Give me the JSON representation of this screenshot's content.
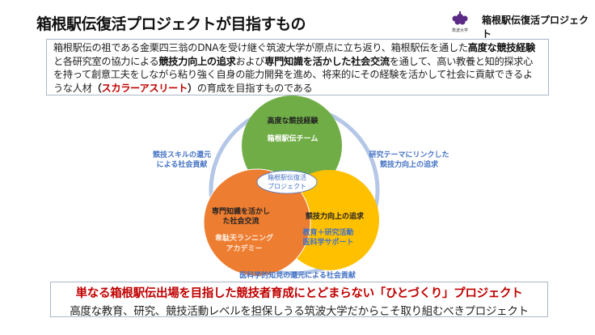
{
  "header": {
    "title": "箱根駅伝復活プロジェクトが目指すもの",
    "logo_text": "箱根駅伝復活プロジェクト",
    "logo_caption": "筑波大学"
  },
  "intro": {
    "t1": "箱根駅伝の祖である金栗四三翁のDNAを受け継ぐ筑波大学が原点に立ち返り、箱根駅伝を通した",
    "b1": "高度な競技経験",
    "t2": "と各研究室の協力による",
    "b2": "競技力向上の追求",
    "t3": "および",
    "b3": "専門知識を活かした社会交流",
    "t4": "を通して、高い教養と知的探求心を持って創意工夫をしながら粘り強く自身の能力開発を進め、将来的にその経験を活かして社会に貢献できるような人材",
    "r_open": "（",
    "r": "スカラーアスリート",
    "r_close": "）",
    "t5": "の育成を目指すものである"
  },
  "diagram": {
    "green": {
      "title": "高度な競技経験",
      "sub": "箱根駅伝チーム"
    },
    "orange": {
      "title1": "専門知識を活かし",
      "title2": "た社会交流",
      "sub1": "韋駄天ランニング",
      "sub2": "アカデミー"
    },
    "yellow": {
      "title": "競技力向上の追求",
      "sub1": "教育＋研究活動",
      "sub2": "医科学サポート"
    },
    "center": {
      "line1": "箱根駅伝復活",
      "line2": "プロジェクト"
    },
    "left_label": {
      "line1": "競技スキルの還元",
      "line2": "による社会貢献"
    },
    "right_label": {
      "line1": "研究テーマにリンクした",
      "line2": "競技力向上の追求"
    },
    "bottom_label": "医科学的知見の還元による社会貢献",
    "colors": {
      "green": "#70ad47",
      "orange": "#ed7d31",
      "yellow": "#ffc000",
      "ring": "#b4c7e7",
      "label": "#4472c4"
    }
  },
  "footer": {
    "headline": "単なる箱根駅伝出場を目指した競技者育成にとどまらない「ひとづくり」プロジェクト",
    "subline": "高度な教育、研究、競技活動レベルを担保しうる筑波大学だからこそ取り組むべきプロジェクト"
  }
}
